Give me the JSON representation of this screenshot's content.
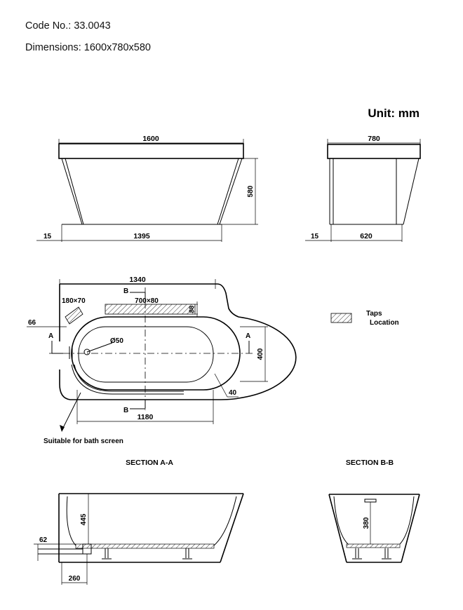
{
  "header": {
    "code": "Code No.: 33.0043",
    "dimensions": "Dimensions: 1600x780x580"
  },
  "unit": "Unit: mm",
  "front_view": {
    "width": "1600",
    "height": "580",
    "base_offset": "15",
    "base_length": "1395"
  },
  "side_view": {
    "width": "780",
    "base_offset": "15",
    "base_length": "620"
  },
  "top_view": {
    "overall_length": "1340",
    "section_b": "B",
    "taps_size": "700×80",
    "corner_size": "180×70",
    "taps_depth": "88",
    "edge_offset": "66",
    "section_a": "A",
    "drain": "Ø50",
    "inner_width": "400",
    "rim": "40",
    "inner_length": "1180",
    "note": "Suitable for bath screen"
  },
  "legend": {
    "taps_location": [
      "Taps",
      "Location"
    ]
  },
  "section_aa": {
    "title": "SECTION A-A",
    "depth": "445",
    "floor": "62",
    "drain_offset": "260"
  },
  "section_bb": {
    "title": "SECTION B-B",
    "depth": "380"
  }
}
